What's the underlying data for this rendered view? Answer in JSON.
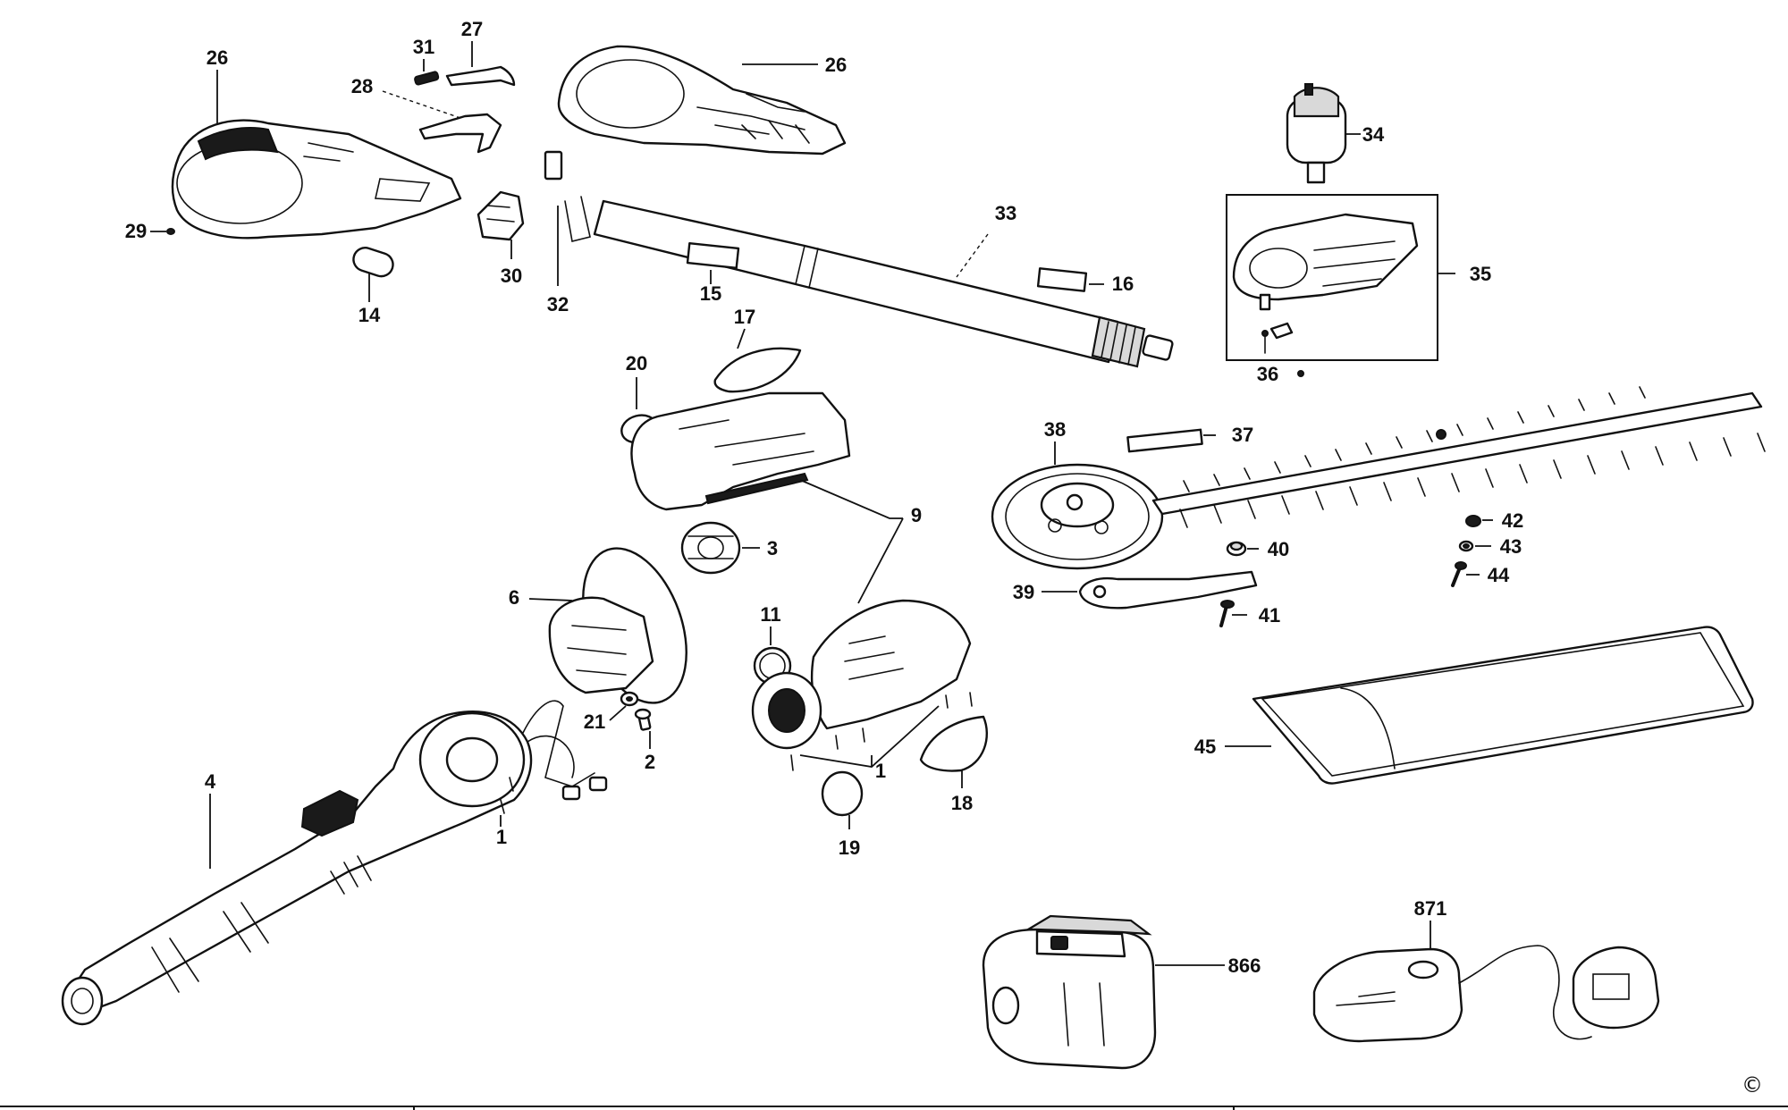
{
  "callouts": {
    "c26a": "26",
    "c31": "31",
    "c27": "27",
    "c28": "28",
    "c26b": "26",
    "c29": "29",
    "c14": "14",
    "c30": "30",
    "c32": "32",
    "c15": "15",
    "c33": "33",
    "c16": "16",
    "c34": "34",
    "c35": "35",
    "c36": "36",
    "c17": "17",
    "c20": "20",
    "c9": "9",
    "c3": "3",
    "c6": "6",
    "c11": "11",
    "c21": "21",
    "c2": "2",
    "c1a": "1",
    "c1b": "1",
    "c4": "4",
    "c18": "18",
    "c19": "19",
    "c38": "38",
    "c37": "37",
    "c40": "40",
    "c42": "42",
    "c43": "43",
    "c44": "44",
    "c39": "39",
    "c41": "41",
    "c45": "45",
    "c866": "866",
    "c871": "871"
  },
  "copyright_symbol": "©"
}
